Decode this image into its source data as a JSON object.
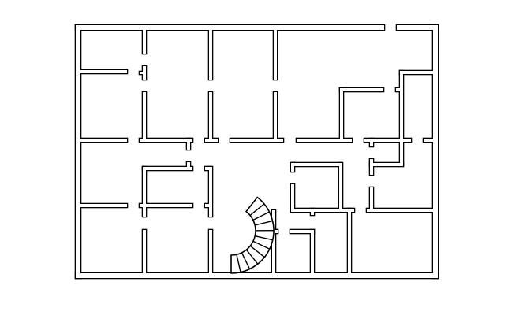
{
  "diagram": {
    "type": "floor-plan",
    "colors": {
      "background": "#ffffff",
      "wall_outline": "#000000",
      "wall_fill": "#ffffff"
    },
    "features": [
      "outer-walls",
      "interior-walls",
      "curved-staircase"
    ]
  }
}
